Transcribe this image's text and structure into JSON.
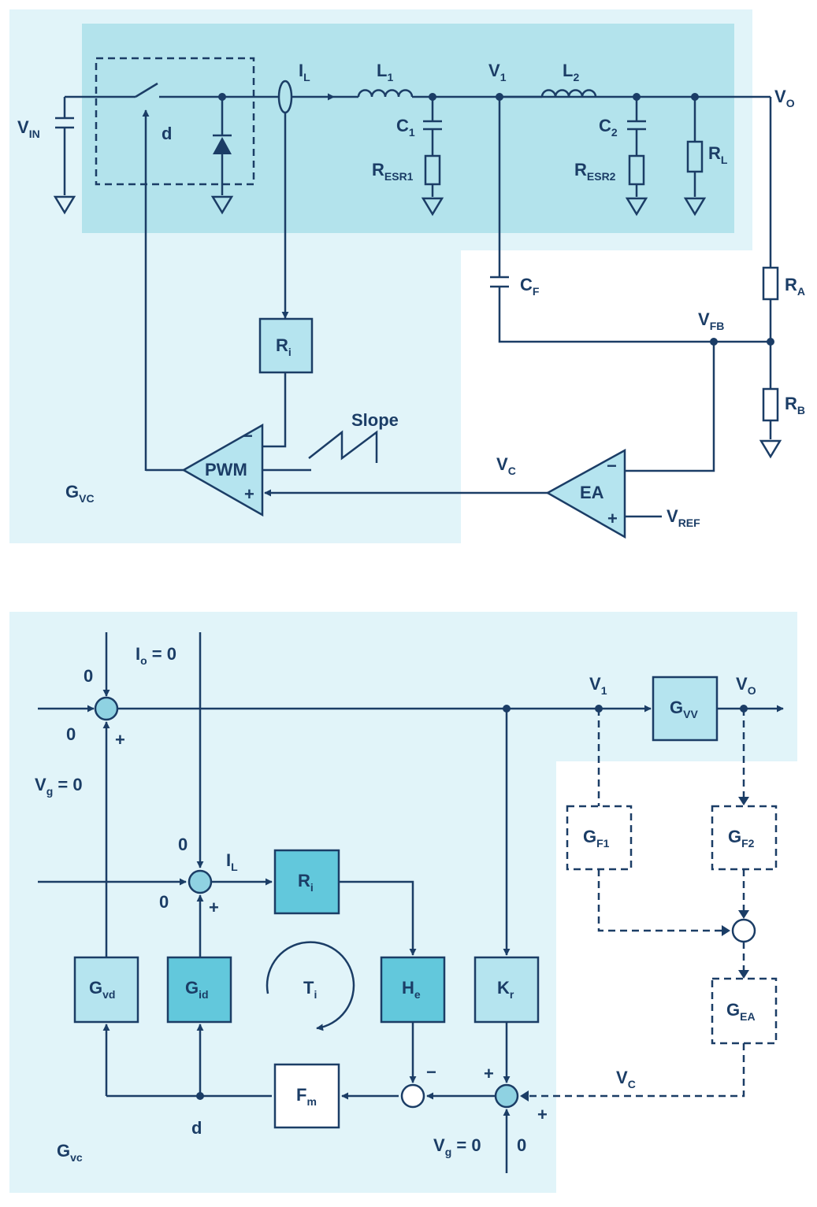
{
  "colors": {
    "line": "#1b3d66",
    "shade_light": "#e1f4f9",
    "shade_mid": "#b3e3ec",
    "block_light": "#b5e4ef",
    "block_dark": "#62c8dc",
    "block_white": "#ffffff"
  },
  "top": {
    "vin": {
      "main": "V",
      "sub": "IN"
    },
    "d": "d",
    "il": {
      "main": "I",
      "sub": "L"
    },
    "l1": {
      "main": "L",
      "sub": "1"
    },
    "v1": {
      "main": "V",
      "sub": "1"
    },
    "l2": {
      "main": "L",
      "sub": "2"
    },
    "vo": {
      "main": "V",
      "sub": "O"
    },
    "c1": {
      "main": "C",
      "sub": "1"
    },
    "resr1": {
      "main": "R",
      "sub": "ESR1"
    },
    "c2": {
      "main": "C",
      "sub": "2"
    },
    "resr2": {
      "main": "R",
      "sub": "ESR2"
    },
    "rl": {
      "main": "R",
      "sub": "L"
    },
    "cf": {
      "main": "C",
      "sub": "F"
    },
    "ra": {
      "main": "R",
      "sub": "A"
    },
    "vfb": {
      "main": "V",
      "sub": "FB"
    },
    "rb": {
      "main": "R",
      "sub": "B"
    },
    "ri": {
      "main": "R",
      "sub": "i"
    },
    "slope": "Slope",
    "pwm": "PWM",
    "pwm_minus": "−",
    "pwm_plus": "+",
    "vc": {
      "main": "V",
      "sub": "C"
    },
    "ea": "EA",
    "ea_minus": "−",
    "ea_plus": "+",
    "vref": {
      "main": "V",
      "sub": "REF"
    },
    "gvc": {
      "main": "G",
      "sub": "VC"
    }
  },
  "bottom": {
    "sum1_top": "0",
    "sum1_left": "0",
    "sum1_plus": "+",
    "io": {
      "main": "I",
      "sub": "o",
      "rest": " = 0"
    },
    "vg_left": {
      "main": "V",
      "sub": "g",
      "rest": " = 0"
    },
    "v1": {
      "main": "V",
      "sub": "1"
    },
    "vo": {
      "main": "V",
      "sub": "O"
    },
    "gvv": {
      "main": "G",
      "sub": "VV"
    },
    "sum2_top": "0",
    "sum2_left": "0",
    "sum2_plus": "+",
    "il": {
      "main": "I",
      "sub": "L"
    },
    "ri": {
      "main": "R",
      "sub": "i"
    },
    "gf1": {
      "main": "G",
      "sub": "F1"
    },
    "gf2": {
      "main": "G",
      "sub": "F2"
    },
    "gea": {
      "main": "G",
      "sub": "EA"
    },
    "gvd": {
      "main": "G",
      "sub": "vd"
    },
    "gid": {
      "main": "G",
      "sub": "id"
    },
    "ti": {
      "main": "T",
      "sub": "i"
    },
    "he": {
      "main": "H",
      "sub": "e"
    },
    "kr": {
      "main": "K",
      "sub": "r"
    },
    "fm": {
      "main": "F",
      "sub": "m"
    },
    "d": "d",
    "sum_he_minus": "−",
    "sum_kr_plus_top": "+",
    "sum_kr_plus_right": "+",
    "vc": {
      "main": "V",
      "sub": "C"
    },
    "vg_bottom": {
      "main": "V",
      "sub": "g",
      "rest": " = 0"
    },
    "zero_bottom": "0",
    "gvc": {
      "main": "G",
      "sub": "vc"
    }
  }
}
